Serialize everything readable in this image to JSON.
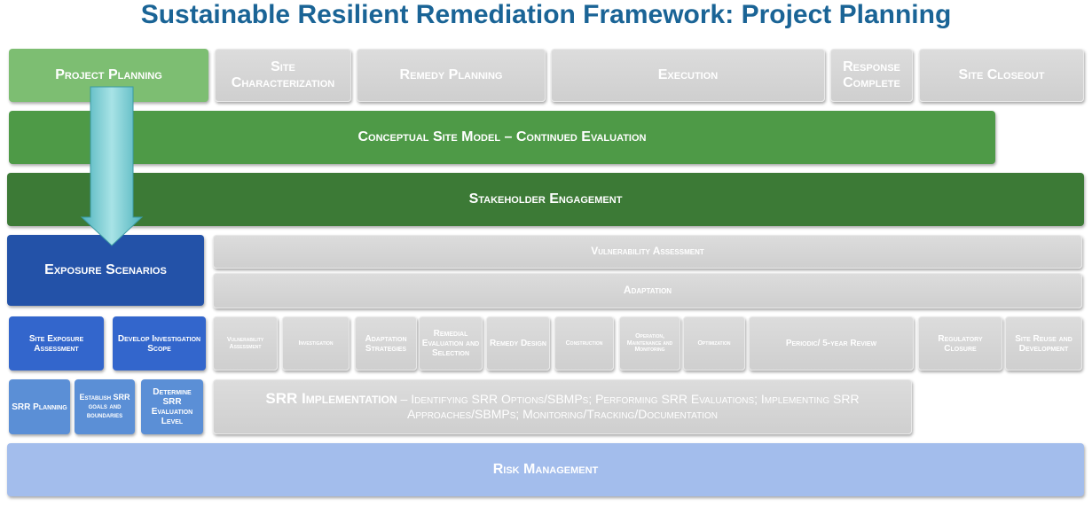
{
  "title": "Sustainable Resilient Remediation Framework: Project Planning",
  "phases": [
    "Project Planning",
    "Site Characterization",
    "Remedy Planning",
    "Execution",
    "Response Complete",
    "Site Closeout"
  ],
  "bars": {
    "csm": "Conceptual Site Model – Continued Evaluation",
    "stakeholder": "Stakeholder Engagement",
    "vulnerability": "Vulnerability Assessment",
    "adaptation": "Adaptation",
    "risk": "Risk Management"
  },
  "planning": {
    "exposure": "Exposure Scenarios",
    "site_exposure": "Site Exposure Assessment",
    "develop_scope": "Develop Investigation Scope",
    "srr_planning": "SRR Planning",
    "establish": "Establish SRR goals and boundaries",
    "determine": "Determine SRR Evaluation Level"
  },
  "steps": [
    "Vulnerability Assessment",
    "Investigation",
    "Adaptation Strategies",
    "Remedial Evaluation and Selection",
    "Remedy Design",
    "Construction",
    "Operation, Maintenance and Monitoring",
    "Optimization",
    "Periodic/ 5-year Review",
    "Regulatory Closure",
    "Site Reuse and Development"
  ],
  "srr_impl": {
    "title": "SRR Implementation",
    "text": " – Identifying SRR Options/SBMPs; Performing SRR Evaluations; Implementing SRR Approaches/SBMPs; Monitoring/Tracking/Documentation"
  },
  "colors": {
    "title": "#1a6496",
    "light_green": "#7dbe72",
    "green": "#4e9a47",
    "dark_green": "#3c7a36",
    "dark_blue": "#2352a8",
    "blue": "#3366cc",
    "mid_blue": "#5b8fd6",
    "light_blue": "#a3bdec",
    "gray": "#d4d4d4",
    "arrow": "#6cc5cc"
  }
}
